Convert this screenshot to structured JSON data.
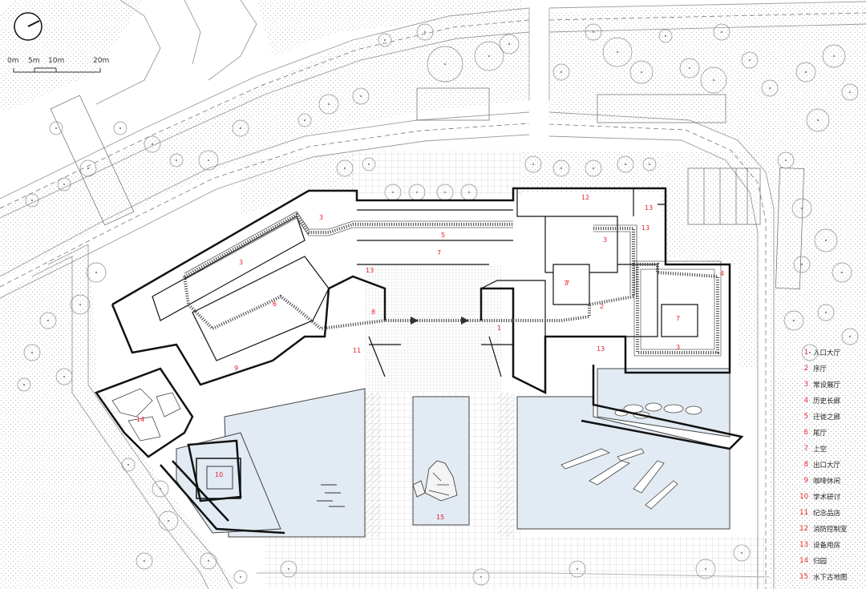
{
  "scale_bar": {
    "labels": [
      "0m",
      "5m",
      "10m",
      "20m"
    ]
  },
  "legend": [
    {
      "num": "1",
      "label": "入口大厅"
    },
    {
      "num": "2",
      "label": "序厅"
    },
    {
      "num": "3",
      "label": "常设展厅"
    },
    {
      "num": "4",
      "label": "历史长廊"
    },
    {
      "num": "5",
      "label": "迁徙之廊"
    },
    {
      "num": "6",
      "label": "尾厅"
    },
    {
      "num": "7",
      "label": "上空"
    },
    {
      "num": "8",
      "label": "出口大厅"
    },
    {
      "num": "9",
      "label": "咖啡休闲"
    },
    {
      "num": "10",
      "label": "学术研讨"
    },
    {
      "num": "11",
      "label": "纪念品店"
    },
    {
      "num": "12",
      "label": "消防控制室"
    },
    {
      "num": "13",
      "label": "设备用房"
    },
    {
      "num": "14",
      "label": "归园"
    },
    {
      "num": "15",
      "label": "水下古地图"
    }
  ],
  "room_numbers": [
    "3",
    "3",
    "5",
    "6",
    "7",
    "7",
    "7",
    "7",
    "13",
    "13",
    "13",
    "13",
    "12",
    "3",
    "3",
    "2",
    "1",
    "8",
    "11",
    "9",
    "14",
    "10",
    "15",
    "4",
    "3"
  ]
}
